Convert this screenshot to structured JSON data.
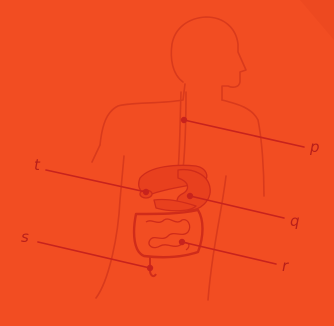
{
  "diagram": {
    "labels": {
      "p": "p",
      "q": "q",
      "r": "r",
      "s": "s",
      "t": "t"
    }
  },
  "colors": {
    "background": "#f24d22",
    "outline": "#d93a1c",
    "pointer": "#c8231d",
    "label": "#b81f1a"
  }
}
